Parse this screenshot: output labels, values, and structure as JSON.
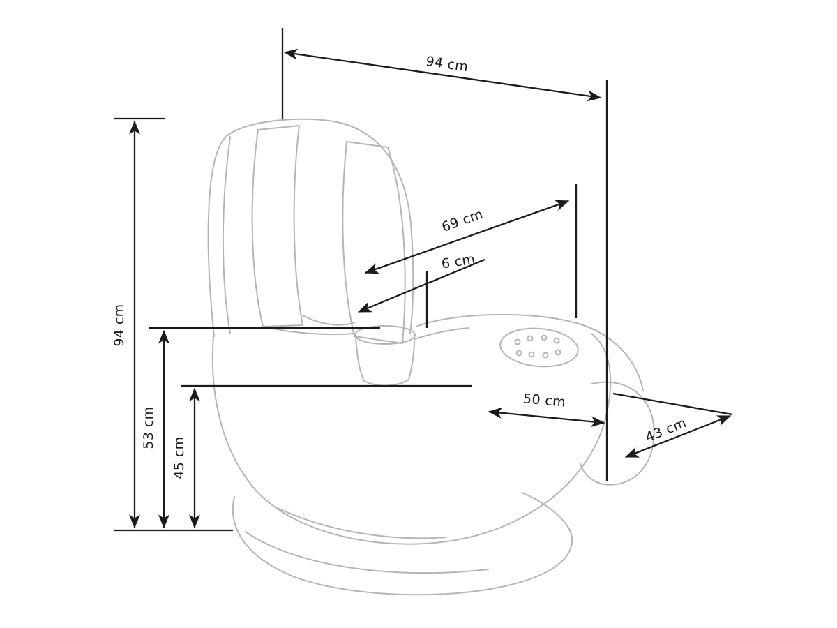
{
  "figure": {
    "subject": "massage-chair-dimension-drawing",
    "background_color": "#ffffff",
    "dimension_line_color": "#1b1b1b",
    "chair_line_color": "#b5b5b5",
    "labels": {
      "top_width": "94 cm",
      "overall_height": "94 cm",
      "backrest_length": "69 cm",
      "headrest_offset": "6 cm",
      "seat_width": "50 cm",
      "seat_depth": "43 cm",
      "armrest_height": "53 cm",
      "seat_height": "45 cm"
    }
  }
}
